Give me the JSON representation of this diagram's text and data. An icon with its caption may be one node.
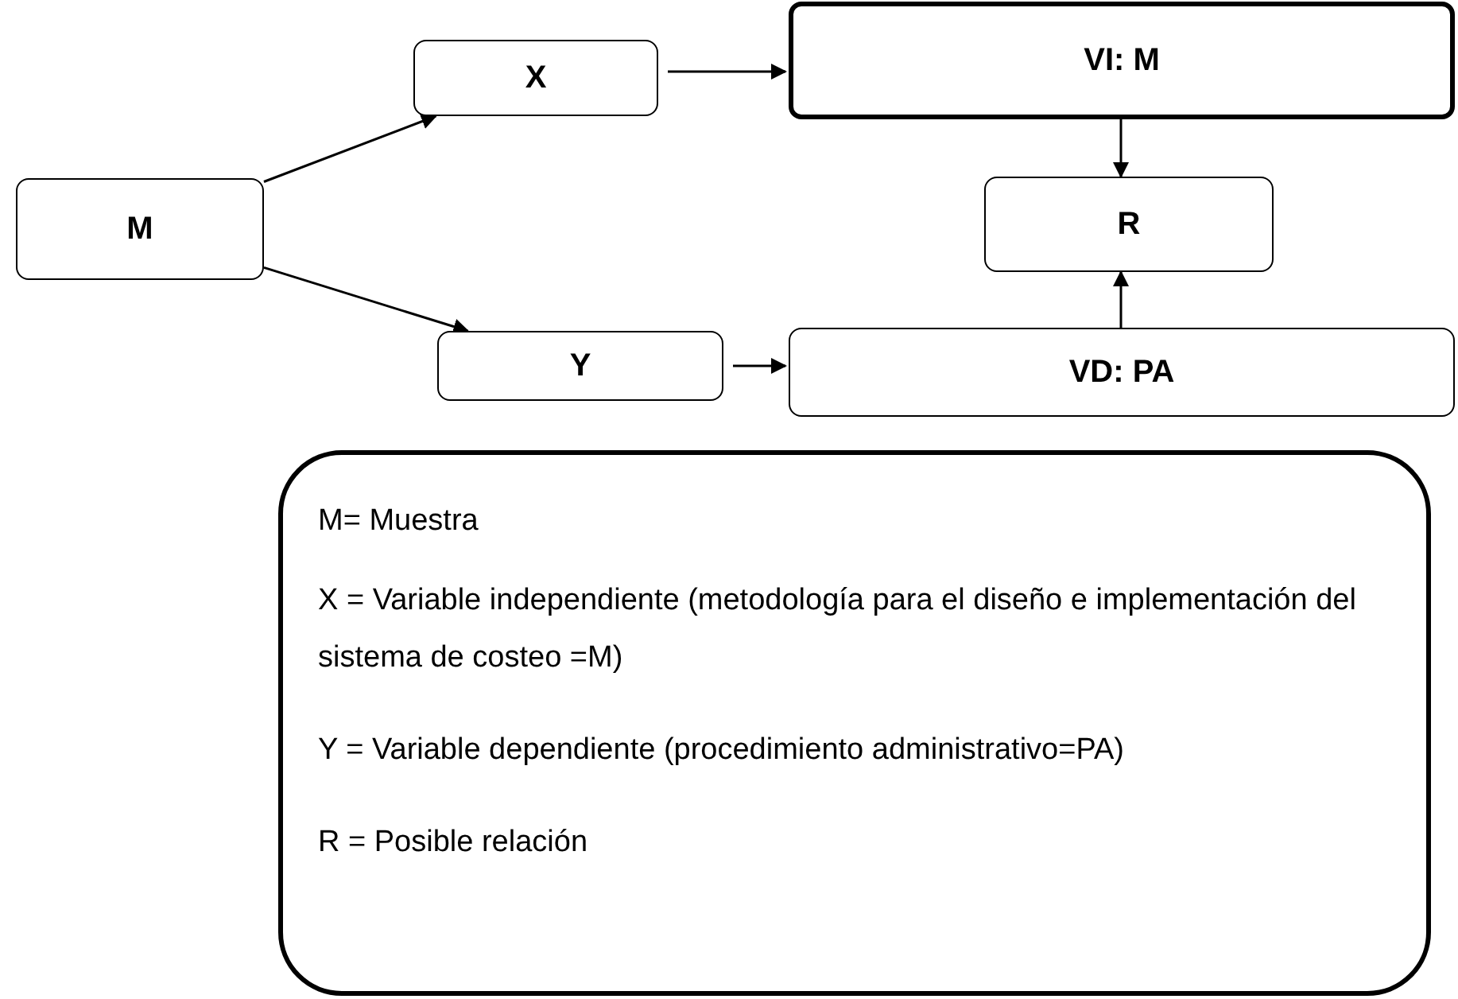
{
  "diagram": {
    "nodes": [
      {
        "text": [
          "M"
        ]
      },
      {
        "text": [
          "X"
        ]
      },
      {
        "text": [
          "VI: M"
        ]
      },
      {
        "text": [
          "R"
        ]
      },
      {
        "text": [
          "Y"
        ]
      },
      {
        "text": [
          "VD: PA"
        ]
      },
      {
        "text": [
          "M= Muestra",
          "X = Variable independiente (metodología para el diseño e implementación del sistema de costeo =M)",
          "Y = Variable dependiente (procedimiento administrativo=PA)",
          "R = Posible relación"
        ]
      }
    ],
    "edges": [
      {
        "from": 0,
        "to": 1,
        "arrow": "to"
      },
      {
        "from": 0,
        "to": 4,
        "arrow": "to"
      },
      {
        "from": 1,
        "to": 2,
        "arrow": "to"
      },
      {
        "from": 4,
        "to": 5,
        "arrow": "to"
      },
      {
        "from": 2,
        "to": 3,
        "arrow": "to"
      },
      {
        "from": 5,
        "to": 3,
        "arrow": "to"
      }
    ]
  }
}
